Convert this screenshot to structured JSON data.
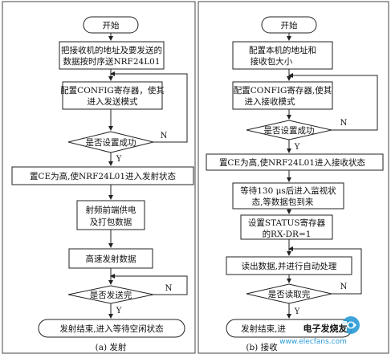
{
  "left": {
    "start": "开始",
    "step1": [
      "把接收机的地址及要发送的",
      "数据按时序送NRF24L01"
    ],
    "step2": [
      "配置CONFIG寄存器，使其",
      "进入发送模式"
    ],
    "decision1": "是否设置成功",
    "step3": "置CE为高,使NRF24L01进入发射状态",
    "step4": [
      "射频前端供电",
      "及打包数据"
    ],
    "step5": "高速发射数据",
    "decision2": "是否发送完",
    "end": "发射结束,进入等待空闲状态",
    "caption": "(a) 发射",
    "yes1": "Y",
    "no1": "N",
    "yes2": "Y",
    "no2": "N"
  },
  "right": {
    "start": "开始",
    "step1": [
      "配置本机的地址和",
      "接收包大小"
    ],
    "step2": [
      "配置CONFIG寄存器,使其",
      "进入接收模式"
    ],
    "decision1": "是否设置成功",
    "step3": "置CE为高,使NRF24L01进入接收状态",
    "step4": [
      "等待130 μs后进入监视状",
      "态,等数据包到来"
    ],
    "step5": [
      "设置STATUS寄存器",
      "的RX-DR=1"
    ],
    "step6": "读出数据,并进行自动处理",
    "decision2": "是否读取完",
    "end": "发射结束,进",
    "caption": "(b) 接收",
    "yes1": "Y",
    "no1": "N",
    "yes2": "Y",
    "no2": "N"
  },
  "watermark": {
    "text1": "电子发烧友",
    "text2": "www.elecfans.com"
  }
}
